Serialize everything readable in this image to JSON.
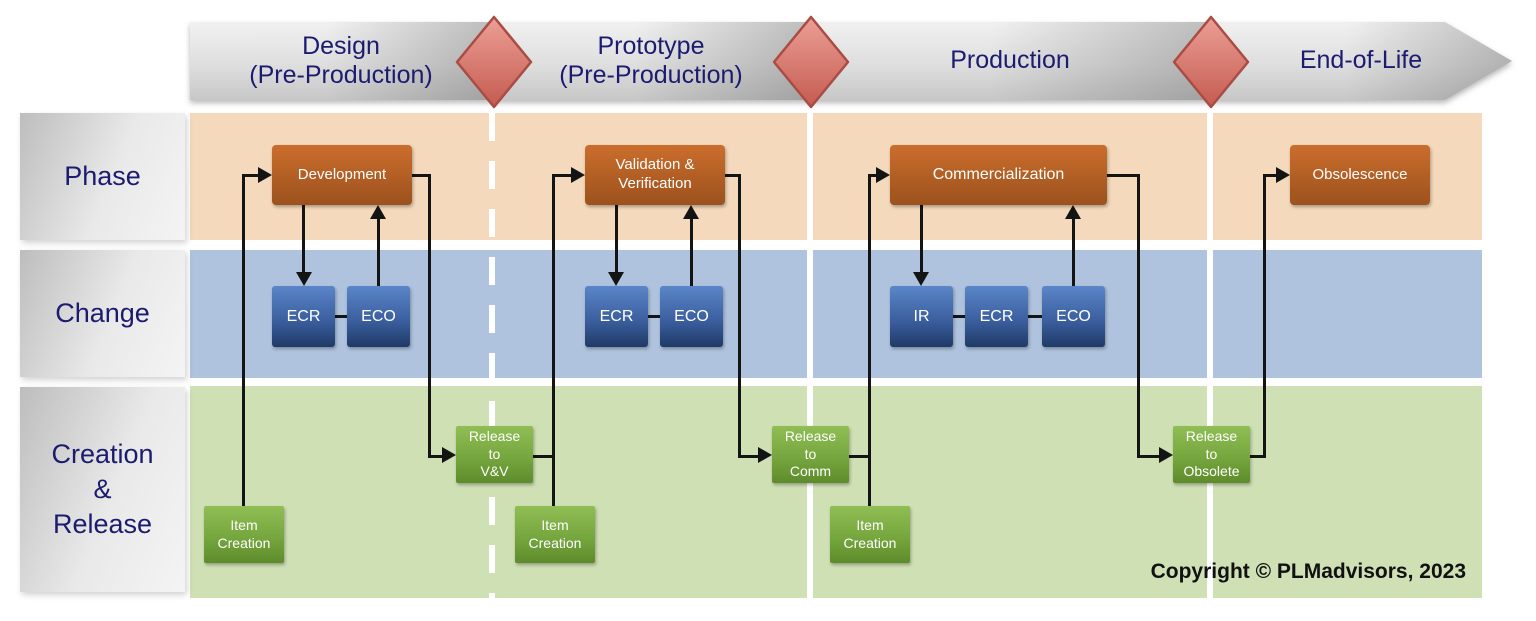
{
  "banner": {
    "phases": [
      {
        "label": "Design\n(Pre-Production)"
      },
      {
        "label": "Prototype\n(Pre-Production)"
      },
      {
        "label": "Production"
      },
      {
        "label": "End-of-Life"
      }
    ]
  },
  "row_labels": {
    "phase": "Phase",
    "change": "Change",
    "creation_release": "Creation\n&\nRelease"
  },
  "phase_boxes": {
    "development": "Development",
    "validation": "Validation &\nVerification",
    "commercialization": "Commercialization",
    "obsolescence": "Obsolescence"
  },
  "change_boxes": {
    "design": [
      "ECR",
      "ECO"
    ],
    "prototype": [
      "ECR",
      "ECO"
    ],
    "production": [
      "IR",
      "ECR",
      "ECO"
    ]
  },
  "creation_boxes": {
    "item_creation_design": "Item\nCreation",
    "release_vv": "Release\nto\nV&V",
    "item_creation_prototype": "Item\nCreation",
    "release_comm": "Release\nto\nComm",
    "item_creation_production": "Item\nCreation",
    "release_obsolete": "Release\nto\nObsolete"
  },
  "footer": {
    "copyright": "Copyright © PLMadvisors, 2023"
  },
  "colors": {
    "phase_band": "#F4D9BC",
    "phase_box_top": "#CB6E2D",
    "phase_box_bottom": "#9C521D",
    "change_band": "#AFC2DE",
    "change_box_top": "#5A86C8",
    "change_box_bottom": "#1F3A67",
    "creation_band": "#CFE0B5",
    "creation_box_top": "#90BE55",
    "creation_box_bottom": "#5E8C2B",
    "milestone_fill_top": "#EC9F96",
    "milestone_fill_bottom": "#C55B50",
    "milestone_border": "#A94C44",
    "banner_gray": "#DEDEDE",
    "label_text": "#1B1B70",
    "arrow": "#141414"
  }
}
